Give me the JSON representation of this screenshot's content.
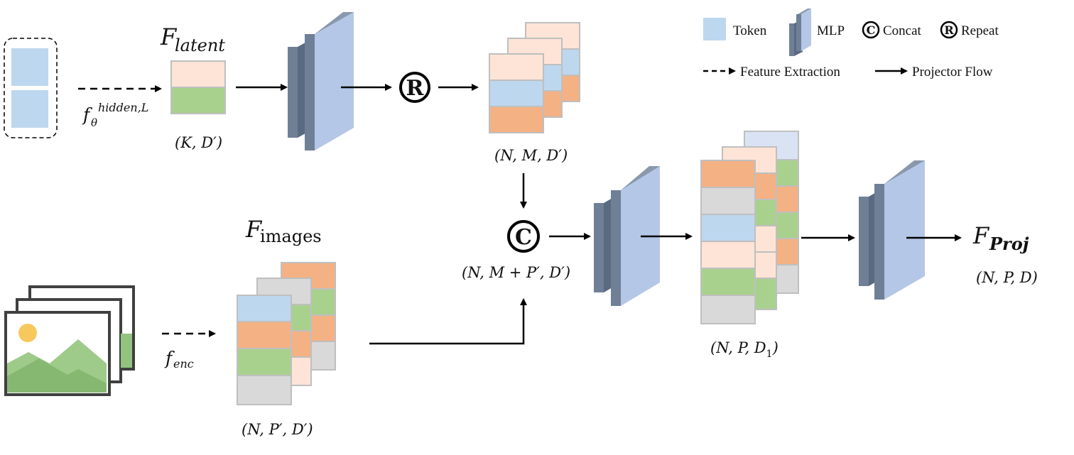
{
  "legend": {
    "token": "Token",
    "mlp": "MLP",
    "concat_symbol": "C",
    "concat": "Concat",
    "repeat_symbol": "R",
    "repeat": "Repeat",
    "feature_extraction": "Feature Extraction",
    "projector_flow": "Projector Flow"
  },
  "labels": {
    "f_latent_main": "F",
    "f_latent_sub": "latent",
    "f_theta_main": "f",
    "f_theta_sub": "θ",
    "f_theta_sup": "hidden,L",
    "k_dprime": "(K, D′)",
    "n_m_dprime": "(N, M, D′)",
    "f_images_main": "F",
    "f_images_sub": "images",
    "f_enc_main": "f",
    "f_enc_sub": "enc",
    "n_pprime_dprime": "(N, P′, D′)",
    "concat_shape": "(N, M + P′, D′)",
    "n_p_d1": "(N, P, D",
    "n_p_d1_sub": "1",
    "n_p_d1_end": ")",
    "f_proj_main": "F",
    "f_proj_sub": "Proj",
    "n_p_d": "(N, P, D)"
  },
  "colors": {
    "token_blue": "#bdd7ee",
    "peach": "#fde4d6",
    "green": "#a9d18e",
    "orange": "#f4b183",
    "gray": "#d9d9d9",
    "mlp_light": "#b4c7e7",
    "mlp_dark": "#6f7f96",
    "cell_border": "#bfbfbf"
  }
}
